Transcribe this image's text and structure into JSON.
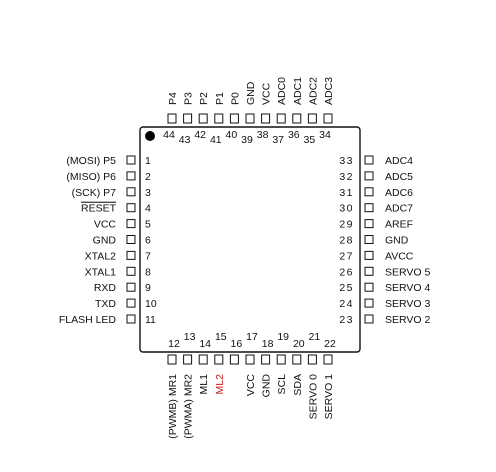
{
  "chip": {
    "pin1_marker": "filled-dot",
    "left_pins": [
      {
        "num": "1",
        "label": "(MOSI) P5"
      },
      {
        "num": "2",
        "label": "(MISO) P6"
      },
      {
        "num": "3",
        "label": "(SCK) P7"
      },
      {
        "num": "4",
        "label": "RESET",
        "overline": true
      },
      {
        "num": "5",
        "label": "VCC"
      },
      {
        "num": "6",
        "label": "GND"
      },
      {
        "num": "7",
        "label": "XTAL2"
      },
      {
        "num": "8",
        "label": "XTAL1"
      },
      {
        "num": "9",
        "label": "RXD"
      },
      {
        "num": "10",
        "label": "TXD"
      },
      {
        "num": "11",
        "label": "FLASH LED"
      }
    ],
    "bottom_pins": [
      {
        "num": "12",
        "label": "(PWMB) MR1",
        "label_color": "#111111"
      },
      {
        "num": "13",
        "label": "(PWMA) MR2",
        "label_color": "#111111"
      },
      {
        "num": "14",
        "label": "ML1",
        "label_color": "#111111"
      },
      {
        "num": "15",
        "label": "ML2",
        "label_color": "#cc2222"
      },
      {
        "num": "16",
        "label": "",
        "label_color": "#111111"
      },
      {
        "num": "17",
        "label": "VCC",
        "label_color": "#111111"
      },
      {
        "num": "18",
        "label": "GND",
        "label_color": "#111111"
      },
      {
        "num": "19",
        "label": "SCL",
        "label_color": "#111111"
      },
      {
        "num": "20",
        "label": "SDA",
        "label_color": "#111111"
      },
      {
        "num": "21",
        "label": "SERVO 0",
        "label_color": "#111111"
      },
      {
        "num": "22",
        "label": "SERVO 1",
        "label_color": "#111111"
      }
    ],
    "right_pins": [
      {
        "num": "33",
        "label": "ADC4"
      },
      {
        "num": "32",
        "label": "ADC5"
      },
      {
        "num": "31",
        "label": "ADC6"
      },
      {
        "num": "30",
        "label": "ADC7"
      },
      {
        "num": "29",
        "label": "AREF"
      },
      {
        "num": "28",
        "label": "GND"
      },
      {
        "num": "27",
        "label": "AVCC"
      },
      {
        "num": "26",
        "label": "SERVO 5"
      },
      {
        "num": "25",
        "label": "SERVO 4"
      },
      {
        "num": "24",
        "label": "SERVO 3"
      },
      {
        "num": "23",
        "label": "SERVO 2"
      }
    ],
    "top_pins": [
      {
        "num": "44",
        "label": "P4"
      },
      {
        "num": "43",
        "label": "P3"
      },
      {
        "num": "42",
        "label": "P2"
      },
      {
        "num": "41",
        "label": "P1"
      },
      {
        "num": "40",
        "label": "P0"
      },
      {
        "num": "39",
        "label": "GND"
      },
      {
        "num": "38",
        "label": "VCC"
      },
      {
        "num": "37",
        "label": "ADC0"
      },
      {
        "num": "36",
        "label": "ADC1"
      },
      {
        "num": "35",
        "label": "ADC2"
      },
      {
        "num": "34",
        "label": "ADC3"
      }
    ]
  }
}
